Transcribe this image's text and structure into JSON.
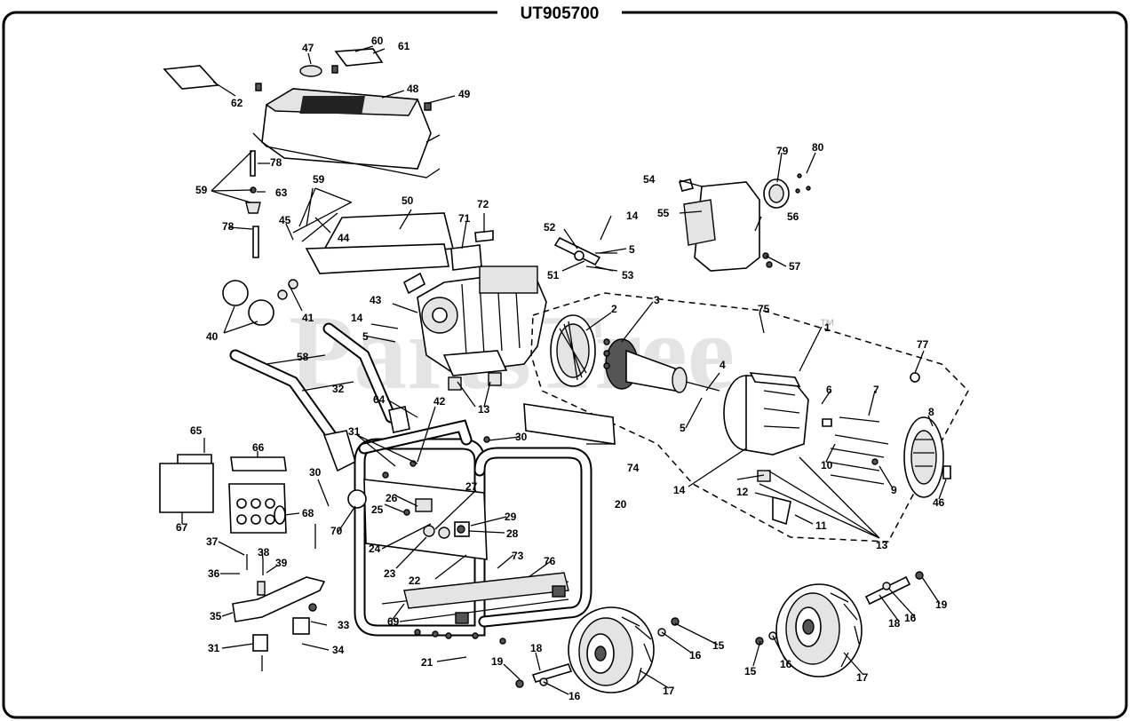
{
  "title": "UT905700",
  "watermark": "PartsTree",
  "watermark_mark": "™",
  "callouts": [
    "1",
    "2",
    "3",
    "4",
    "5",
    "5",
    "5",
    "6",
    "7",
    "8",
    "9",
    "10",
    "11",
    "12",
    "13",
    "13",
    "14",
    "14",
    "14",
    "15",
    "15",
    "16",
    "16",
    "16",
    "16",
    "17",
    "17",
    "18",
    "18",
    "19",
    "19",
    "20",
    "21",
    "22",
    "23",
    "24",
    "25",
    "26",
    "27",
    "28",
    "29",
    "30",
    "30",
    "31",
    "31",
    "32",
    "33",
    "34",
    "35",
    "36",
    "37",
    "38",
    "39",
    "40",
    "41",
    "42",
    "43",
    "44",
    "45",
    "46",
    "47",
    "48",
    "49",
    "50",
    "51",
    "52",
    "53",
    "54",
    "55",
    "56",
    "57",
    "58",
    "59",
    "59",
    "60",
    "61",
    "62",
    "63",
    "64",
    "65",
    "66",
    "67",
    "68",
    "69",
    "70",
    "71",
    "72",
    "73",
    "74",
    "75",
    "76",
    "77",
    "78",
    "78",
    "79",
    "80"
  ]
}
